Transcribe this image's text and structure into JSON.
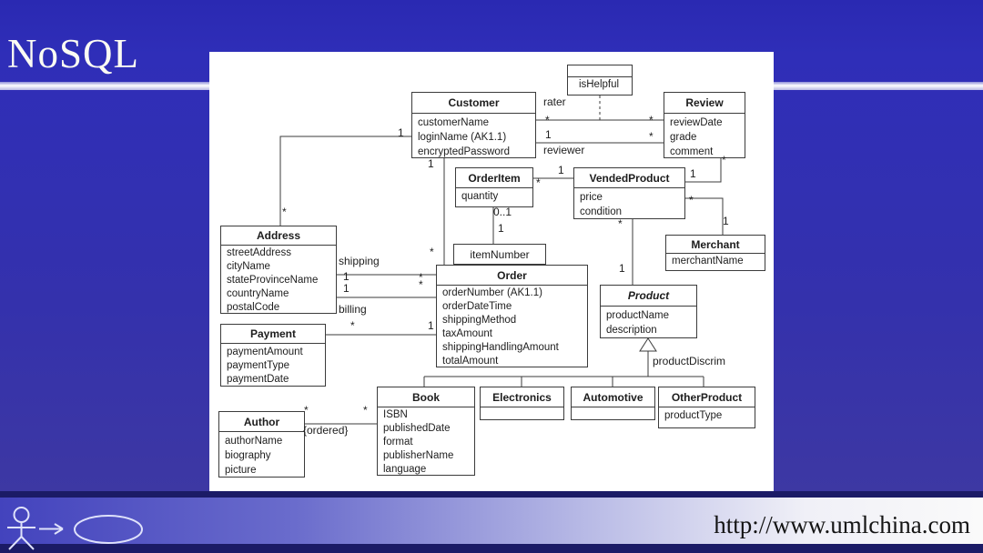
{
  "slide": {
    "title": "NoSQL",
    "footer": {
      "url": "http://www.umlchina.com",
      "icons": [
        "actor-icon",
        "arrow-icon",
        "usecase-ellipse-icon"
      ]
    }
  },
  "diagram": {
    "classes": [
      {
        "name": "Customer",
        "attributes": [
          "customerName",
          "loginName (AK1.1)",
          "encryptedPassword"
        ]
      },
      {
        "name": "Review",
        "attributes": [
          "reviewDate",
          "grade",
          "comment"
        ]
      },
      {
        "name": "",
        "attributes": [
          "isHelpful"
        ]
      },
      {
        "name": "OrderItem",
        "attributes": [
          "quantity"
        ]
      },
      {
        "name": "VendedProduct",
        "attributes": [
          "price",
          "condition"
        ]
      },
      {
        "name": "Merchant",
        "attributes": [
          "merchantName"
        ]
      },
      {
        "name": "Address",
        "attributes": [
          "streetAddress",
          "cityName",
          "stateProvinceName",
          "countryName",
          "postalCode"
        ]
      },
      {
        "name": "itemNumber",
        "attributes": []
      },
      {
        "name": "Order",
        "attributes": [
          "orderNumber (AK1.1)",
          "orderDateTime",
          "shippingMethod",
          "taxAmount",
          "shippingHandlingAmount",
          "totalAmount"
        ]
      },
      {
        "name": "Product",
        "attributes": [
          "productName",
          "description"
        ]
      },
      {
        "name": "Payment",
        "attributes": [
          "paymentAmount",
          "paymentType",
          "paymentDate"
        ]
      },
      {
        "name": "Author",
        "attributes": [
          "authorName",
          "biography",
          "picture"
        ]
      },
      {
        "name": "Book",
        "attributes": [
          "ISBN",
          "publishedDate",
          "format",
          "publisherName",
          "language"
        ]
      },
      {
        "name": "Electronics",
        "attributes": []
      },
      {
        "name": "Automotive",
        "attributes": []
      },
      {
        "name": "OtherProduct",
        "attributes": [
          "productType"
        ]
      }
    ],
    "labels": [
      {
        "text": "rater"
      },
      {
        "text": "*"
      },
      {
        "text": "*"
      },
      {
        "text": "1"
      },
      {
        "text": "*"
      },
      {
        "text": "reviewer"
      },
      {
        "text": "1"
      },
      {
        "text": "*"
      },
      {
        "text": "1"
      },
      {
        "text": "*"
      },
      {
        "text": "*"
      },
      {
        "text": "1"
      },
      {
        "text": "0..1"
      },
      {
        "text": "1"
      },
      {
        "text": "shipping"
      },
      {
        "text": "1"
      },
      {
        "text": "*"
      },
      {
        "text": "1"
      },
      {
        "text": "*"
      },
      {
        "text": "billing"
      },
      {
        "text": "*"
      },
      {
        "text": "1"
      },
      {
        "text": "1"
      },
      {
        "text": "*"
      },
      {
        "text": "*"
      },
      {
        "text": "1"
      },
      {
        "text": "*"
      },
      {
        "text": "1"
      },
      {
        "text": "productDiscrim"
      },
      {
        "text": "*"
      },
      {
        "text": "*"
      },
      {
        "text": "{ordered}"
      }
    ]
  }
}
